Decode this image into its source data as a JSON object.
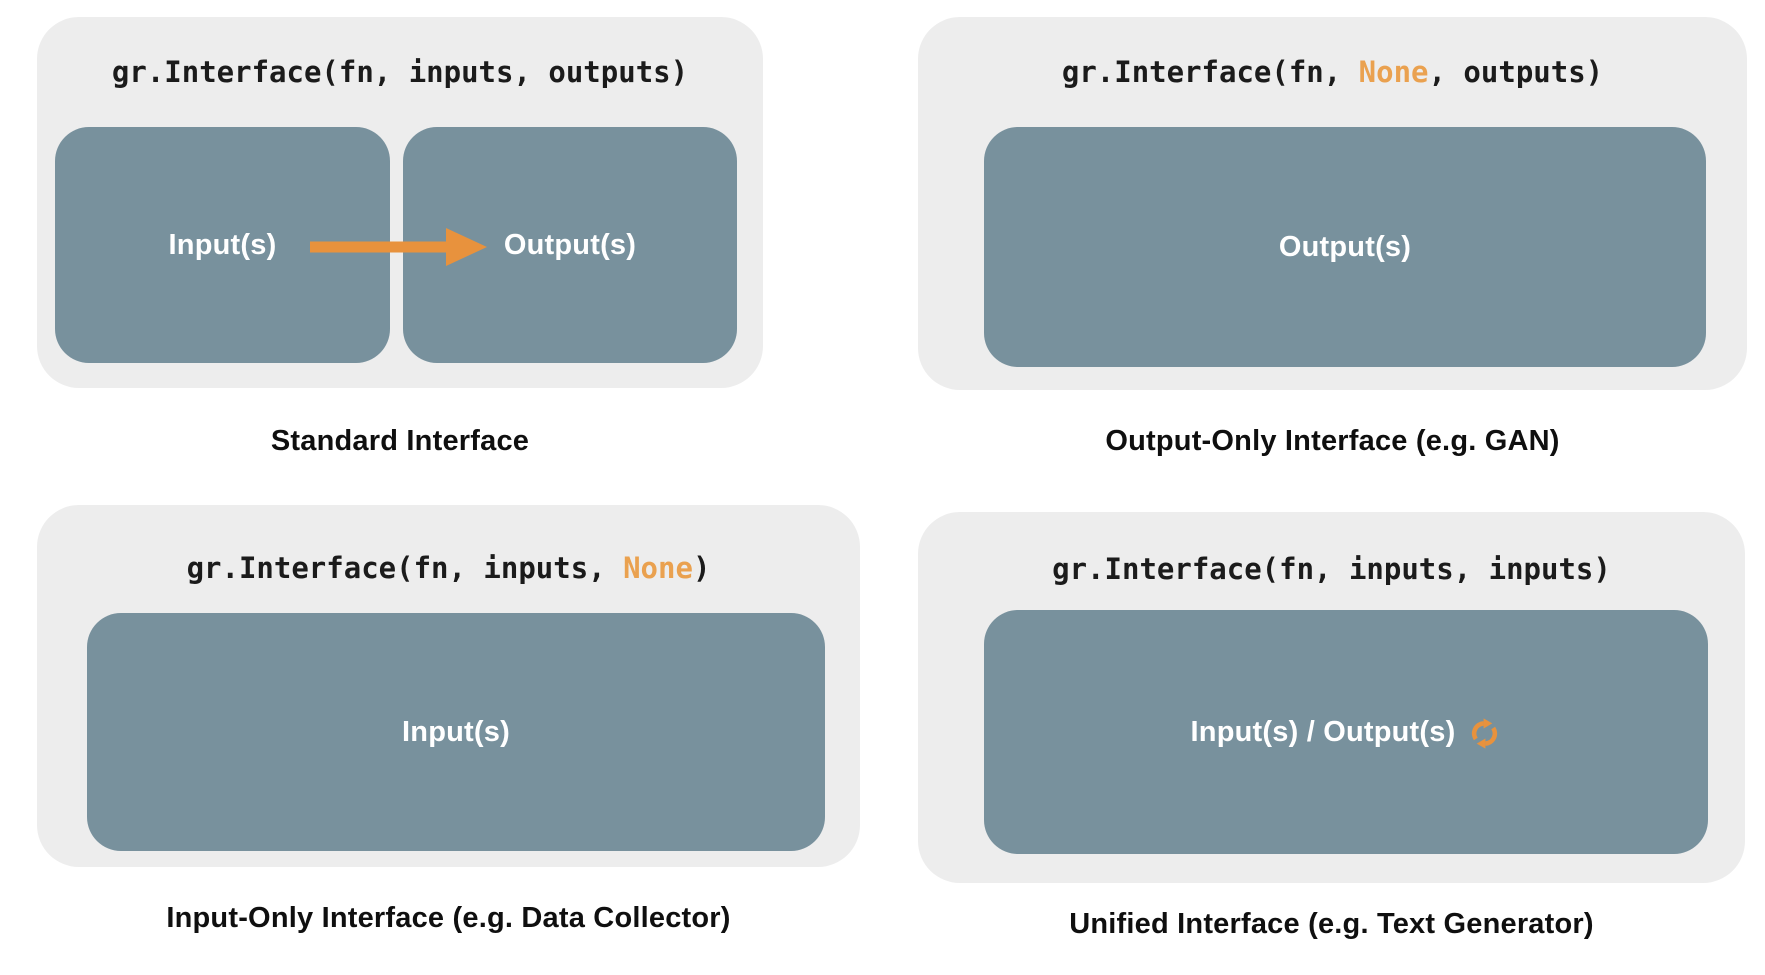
{
  "colors": {
    "background": "#ffffff",
    "panel_bg": "#ededed",
    "box_bg": "#78919d",
    "box_label_text": "#ffffff",
    "accent_orange": "#e8923d",
    "none_token_orange": "#eaa14f",
    "code_text": "#1b1b1b",
    "caption_text": "#0f0f0f"
  },
  "panels": [
    {
      "id": "standard-interface",
      "code_pre": "gr.Interface(fn, inputs, outputs)",
      "code_hl": "",
      "code_post": "",
      "boxes": [
        {
          "label": "Input(s)"
        },
        {
          "label": "Output(s)"
        }
      ],
      "arrow_icon": "arrow-right",
      "caption": "Standard Interface"
    },
    {
      "id": "output-only-interface",
      "code_pre": "gr.Interface(fn, ",
      "code_hl": "None",
      "code_post": ", outputs)",
      "boxes": [
        {
          "label": "Output(s)"
        }
      ],
      "caption": "Output-Only Interface (e.g. GAN)"
    },
    {
      "id": "input-only-interface",
      "code_pre": "gr.Interface(fn, inputs, ",
      "code_hl": "None",
      "code_post": ")",
      "boxes": [
        {
          "label": "Input(s)"
        }
      ],
      "caption": "Input-Only Interface (e.g. Data Collector)"
    },
    {
      "id": "unified-interface",
      "code_pre": "gr.Interface(fn, inputs, inputs)",
      "code_hl": "",
      "code_post": "",
      "boxes": [
        {
          "label": "Input(s) / Output(s)",
          "icon": "sync-icon"
        }
      ],
      "caption": "Unified Interface (e.g. Text Generator)"
    }
  ]
}
